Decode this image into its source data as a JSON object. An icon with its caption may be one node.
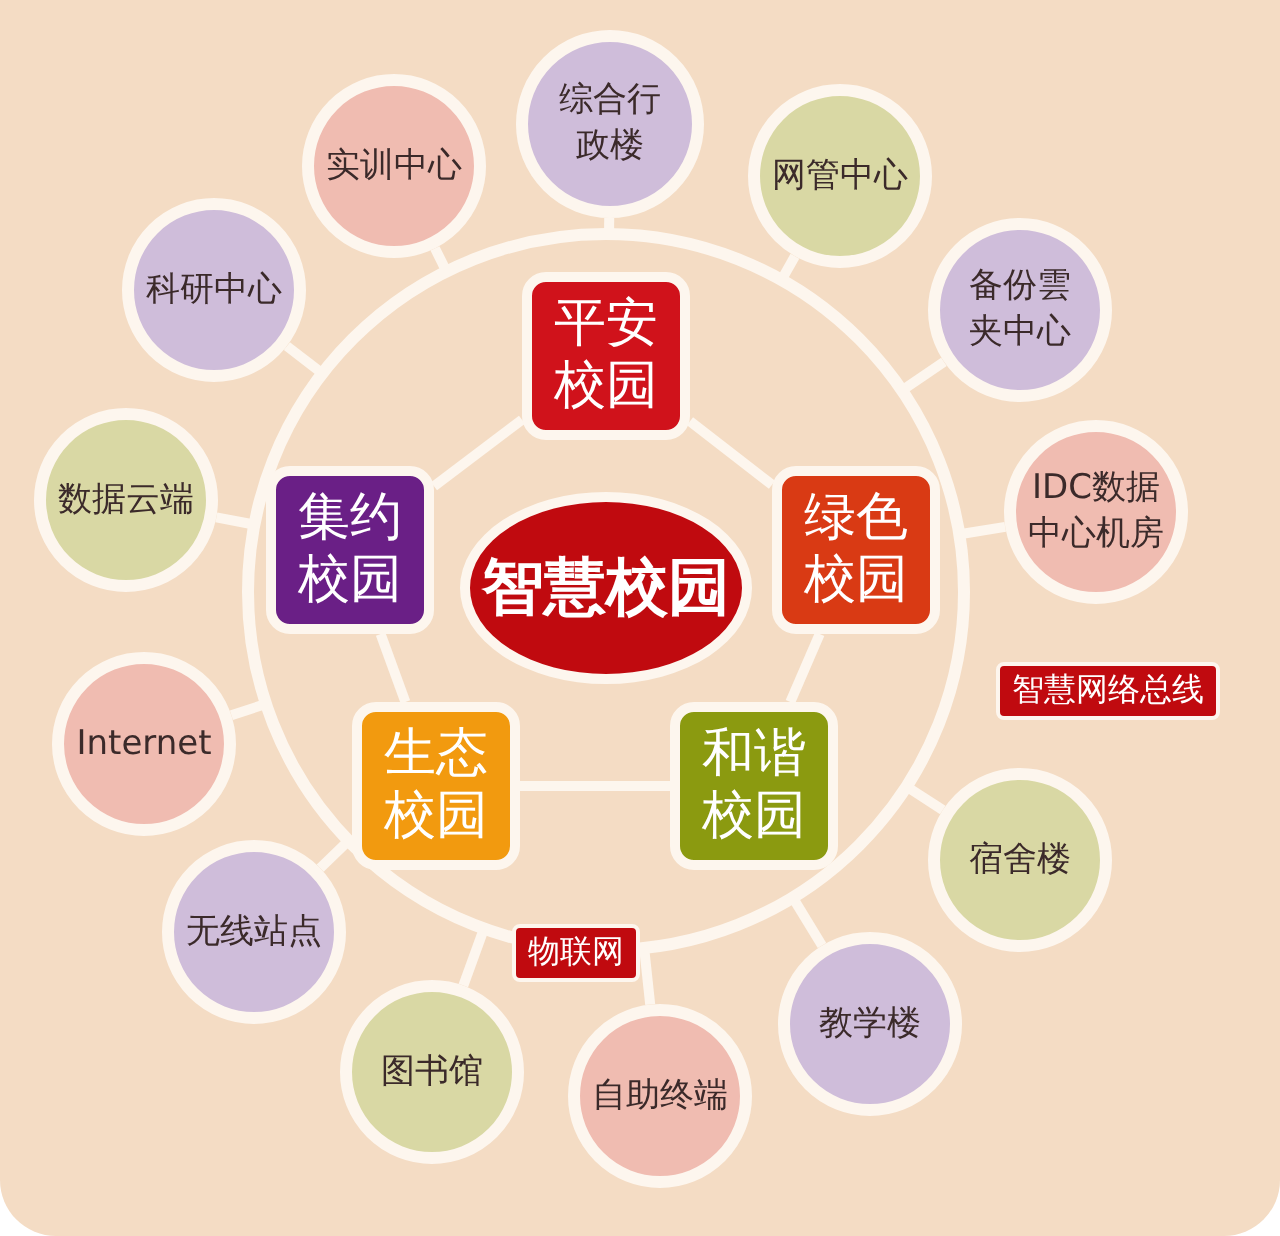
{
  "diagram": {
    "nodes": [
      {
        "text": [],
        "shape": "circle"
      },
      {
        "text": [
          "智慧校园"
        ],
        "in": 0
      },
      {
        "text": [
          "平安校园"
        ],
        "in": 0
      },
      {
        "text": [
          "集约校园"
        ],
        "in": 0
      },
      {
        "text": [
          "绿色校园"
        ],
        "in": 0
      },
      {
        "text": [
          "生态校园"
        ],
        "in": 0
      },
      {
        "text": [
          "和谐校园"
        ],
        "in": 0
      },
      {
        "text": [
          "综合行政楼"
        ]
      },
      {
        "text": [
          "实训中心"
        ]
      },
      {
        "text": [
          "网管中心"
        ]
      },
      {
        "text": [
          "备份雲夹中心"
        ]
      },
      {
        "text": [
          "科研中心"
        ]
      },
      {
        "text": [
          "IDC数据中心机房"
        ]
      },
      {
        "text": [
          "数据云端"
        ]
      },
      {
        "text": [
          "Internet"
        ]
      },
      {
        "text": [
          "宿舍楼"
        ]
      },
      {
        "text": [
          "无线站点"
        ]
      },
      {
        "text": [
          "教学楼"
        ]
      },
      {
        "text": [
          "图书馆"
        ]
      },
      {
        "text": [
          "自助终端"
        ]
      }
    ],
    "edges": [
      {
        "from": 2,
        "to": 3,
        "arrow": "none"
      },
      {
        "from": 2,
        "to": 4,
        "arrow": "none"
      },
      {
        "from": 3,
        "to": 5,
        "arrow": "none"
      },
      {
        "from": 4,
        "to": 6,
        "arrow": "none"
      },
      {
        "from": 5,
        "to": 6,
        "arrow": "none"
      },
      {
        "from": 7,
        "to": 0,
        "arrow": "none"
      },
      {
        "from": 8,
        "to": 0,
        "arrow": "none"
      },
      {
        "from": 9,
        "to": 0,
        "arrow": "none"
      },
      {
        "from": 10,
        "to": 0,
        "arrow": "none"
      },
      {
        "from": 11,
        "to": 0,
        "arrow": "none"
      },
      {
        "from": 12,
        "to": 0,
        "arrow": "none"
      },
      {
        "from": 13,
        "to": 0,
        "arrow": "none"
      },
      {
        "from": 14,
        "to": 0,
        "arrow": "none"
      },
      {
        "from": 15,
        "to": 0,
        "arrow": "none"
      },
      {
        "from": 16,
        "to": 0,
        "arrow": "none"
      },
      {
        "from": 17,
        "to": 0,
        "arrow": "none"
      },
      {
        "from": 18,
        "to": 0,
        "arrow": "none"
      },
      {
        "from": 19,
        "to": 0,
        "arrow": "none"
      }
    ],
    "labels": [
      "智慧网络总线",
      "物联网"
    ]
  }
}
